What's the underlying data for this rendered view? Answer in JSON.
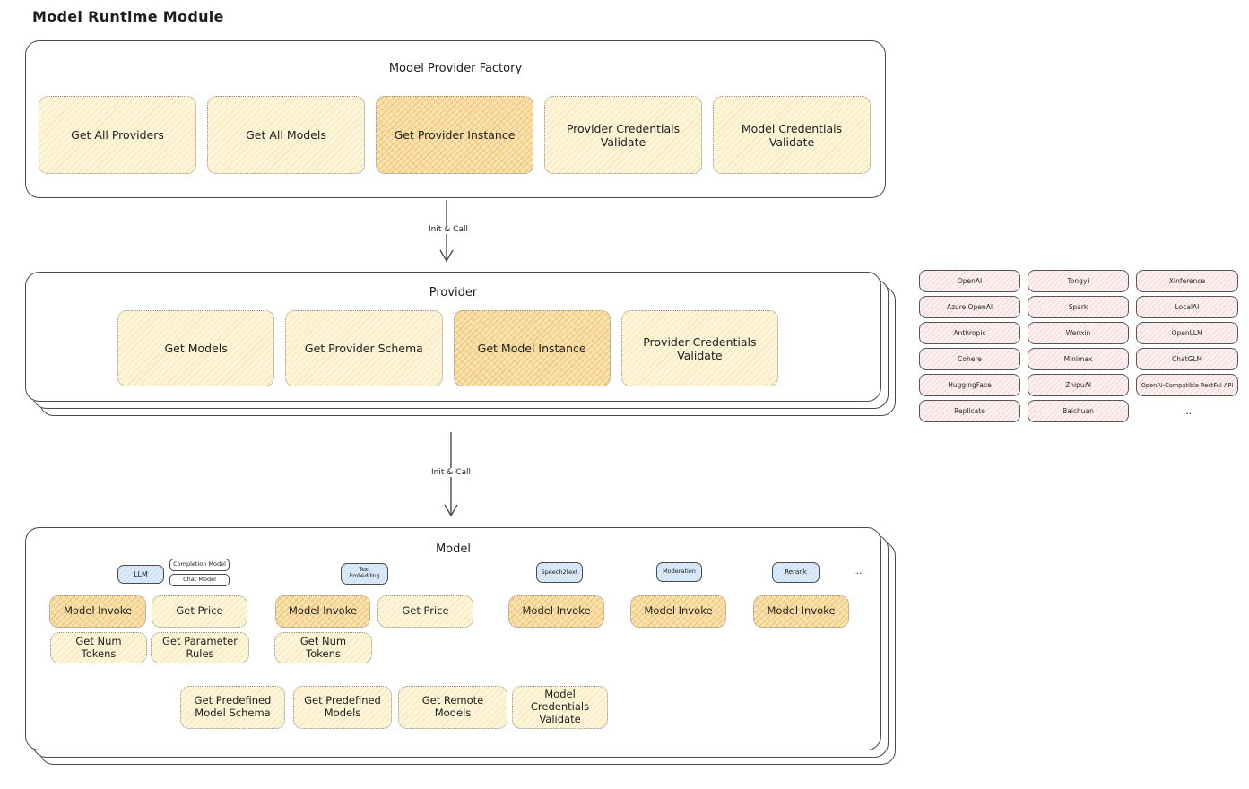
{
  "page_title": "Model Runtime Module",
  "colors": {
    "yellow_fill": "#fdf6dc",
    "orange_fill": "#f9e4b5",
    "pink_fill": "#fdf1f1",
    "blue_fill": "#dcebf9",
    "border_dark": "#494949"
  },
  "factory": {
    "title": "Model Provider Factory",
    "boxes": [
      {
        "label": "Get All Providers"
      },
      {
        "label": "Get All Models"
      },
      {
        "label": "Get Provider Instance"
      },
      {
        "label": "Provider Credentials Validate"
      },
      {
        "label": "Model Credentials Validate"
      }
    ]
  },
  "arrow1": {
    "label": "Init & Call"
  },
  "arrow2": {
    "label": "Init & Call"
  },
  "provider": {
    "title": "Provider",
    "boxes": [
      {
        "label": "Get Models"
      },
      {
        "label": "Get Provider Schema"
      },
      {
        "label": "Get Model Instance"
      },
      {
        "label": "Provider Credentials Validate"
      }
    ]
  },
  "providers_grid": {
    "cells": [
      "OpenAI",
      "Tongyi",
      "Xinference",
      "Azure OpenAI",
      "Spark",
      "LocalAI",
      "Anthropic",
      "Wenxin",
      "OpenLLM",
      "Cohere",
      "Minimax",
      "ChatGLM",
      "HuggingFace",
      "ZhipuAI",
      "OpenAI-Compatible RestFul API",
      "Replicate",
      "Baichuan",
      "..."
    ]
  },
  "model": {
    "title": "Model",
    "tabs": {
      "llm": "LLM",
      "completion_model": "Completion Model",
      "chat_model": "Chat Model",
      "text_embedding": "Text Embedding",
      "speech2text": "Speech2text",
      "moderation": "Moderation",
      "rerank": "Rerank",
      "more": "..."
    },
    "functions": {
      "llm_invoke": "Model Invoke",
      "llm_get_price": "Get Price",
      "llm_get_num_tokens": "Get Num Tokens",
      "llm_get_parameter_rules": "Get Parameter Rules",
      "te_invoke": "Model Invoke",
      "te_get_price": "Get Price",
      "te_get_num_tokens": "Get Num Tokens",
      "s2t_invoke": "Model Invoke",
      "mod_invoke": "Model Invoke",
      "rerank_invoke": "Model Invoke",
      "get_predefined_model_schema": "Get Predefined Model Schema",
      "get_predefined_models": "Get Predefined Models",
      "get_remote_models": "Get Remote Models",
      "model_credentials_validate": "Model Credentials Validate"
    }
  }
}
